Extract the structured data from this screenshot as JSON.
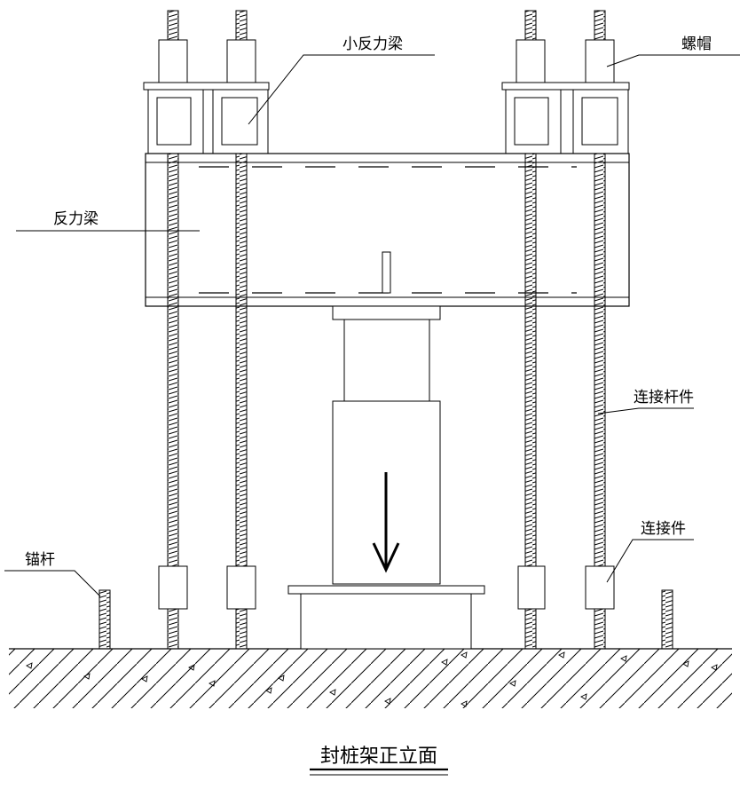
{
  "diagram": {
    "caption": "封桩架正立面",
    "labels": {
      "small_reaction_beam": "小反力梁",
      "nut": "螺帽",
      "reaction_beam": "反力梁",
      "connecting_rod": "连接杆件",
      "connector": "连接件",
      "anchor_rod": "锚杆"
    }
  }
}
